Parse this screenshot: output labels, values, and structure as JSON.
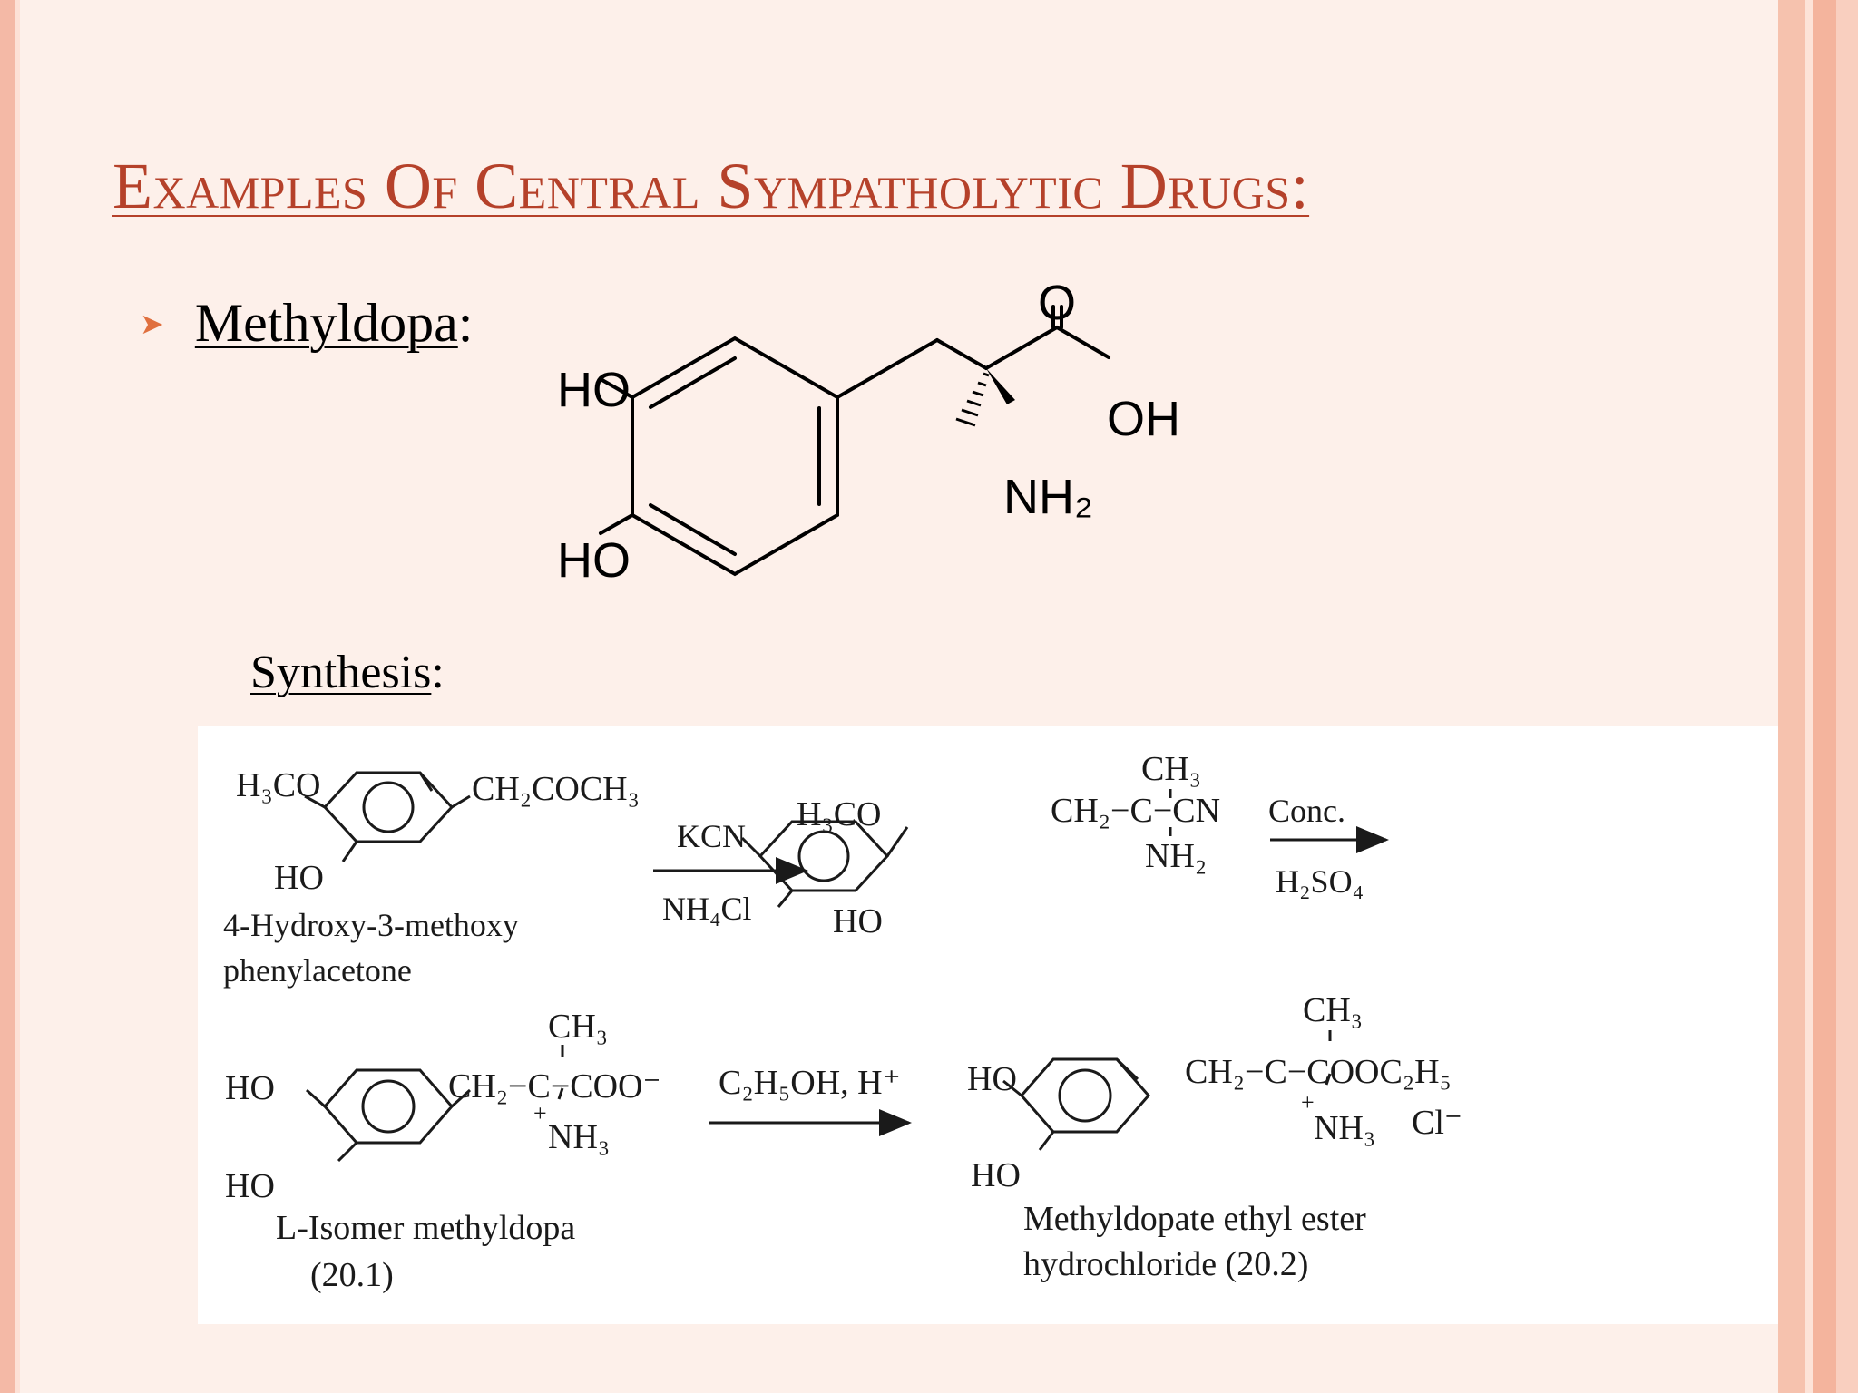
{
  "slide": {
    "title": "Examples Of Central Sympatholytic Drugs:",
    "bullet": {
      "label": "Methyldopa",
      "colon": ":"
    },
    "synthesis": {
      "label": "Synthesis",
      "colon": ":"
    }
  },
  "structure": {
    "oxygen": "O",
    "oh": "OH",
    "nh2": "NH₂",
    "ho_top": "HO",
    "ho_bottom": "HO"
  },
  "scheme": {
    "step1": {
      "substituent_top": "H₃CO",
      "substituent_bottom": "HO",
      "side_chain": "CH₂COCH₃",
      "name_line1": "4-Hydroxy-3-methoxy",
      "name_line2": "phenylacetone",
      "reagent_top": "KCN",
      "reagent_bottom": "NH₄Cl"
    },
    "step2": {
      "substituent_top": "H₃CO",
      "substituent_bottom": "HO",
      "methyl": "CH₃",
      "chain": "CH₂−C−CN",
      "amine": "NH₂",
      "reagent_top": "Conc.",
      "reagent_bottom": "H₂SO₄"
    },
    "step3": {
      "substituent_top": "HO",
      "substituent_bottom": "HO",
      "methyl": "CH₃",
      "chain": "CH₂−C−COO⁻",
      "charge": "+",
      "amine": "NH₃",
      "name_line1": "L-Isomer methyldopa",
      "name_line2": "(20.1)",
      "reagent_top": "C₂H₅OH, H⁺"
    },
    "step4": {
      "substituent_top": "HO",
      "substituent_bottom": "HO",
      "methyl": "CH₃",
      "chain": "CH₂−C−COOC₂H₅",
      "charge": "+",
      "amine": "NH₃",
      "counterion": "Cl⁻",
      "name_line1": "Methyldopate ethyl ester",
      "name_line2": "hydrochloride (20.2)"
    }
  },
  "colors": {
    "title": "#b5412a",
    "bullet_arrow": "#e0703f",
    "background": "#fdf0ea",
    "border": "#f4b9a6"
  }
}
